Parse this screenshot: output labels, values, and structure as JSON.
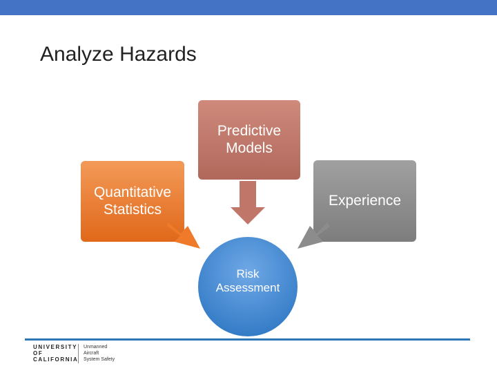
{
  "title": "Analyze Hazards",
  "diagram": {
    "predictive": [
      "Predictive",
      "Models"
    ],
    "quantitative": [
      "Quantitative",
      "Statistics"
    ],
    "experience": "Experience",
    "risk": [
      "Risk",
      "Assessment"
    ]
  },
  "footer": {
    "university": [
      "UNIVERSITY",
      "OF",
      "CALIFORNIA"
    ],
    "department": [
      "Unmanned",
      "Aircraft",
      "System Safety"
    ]
  },
  "colors": {
    "topbar": "#4472c4",
    "footer_line": "#2e75b6",
    "predictive": "#c0776a",
    "quantitative": "#ef7b2a",
    "experience": "#8c8c8c",
    "risk": "#3f87d1"
  }
}
